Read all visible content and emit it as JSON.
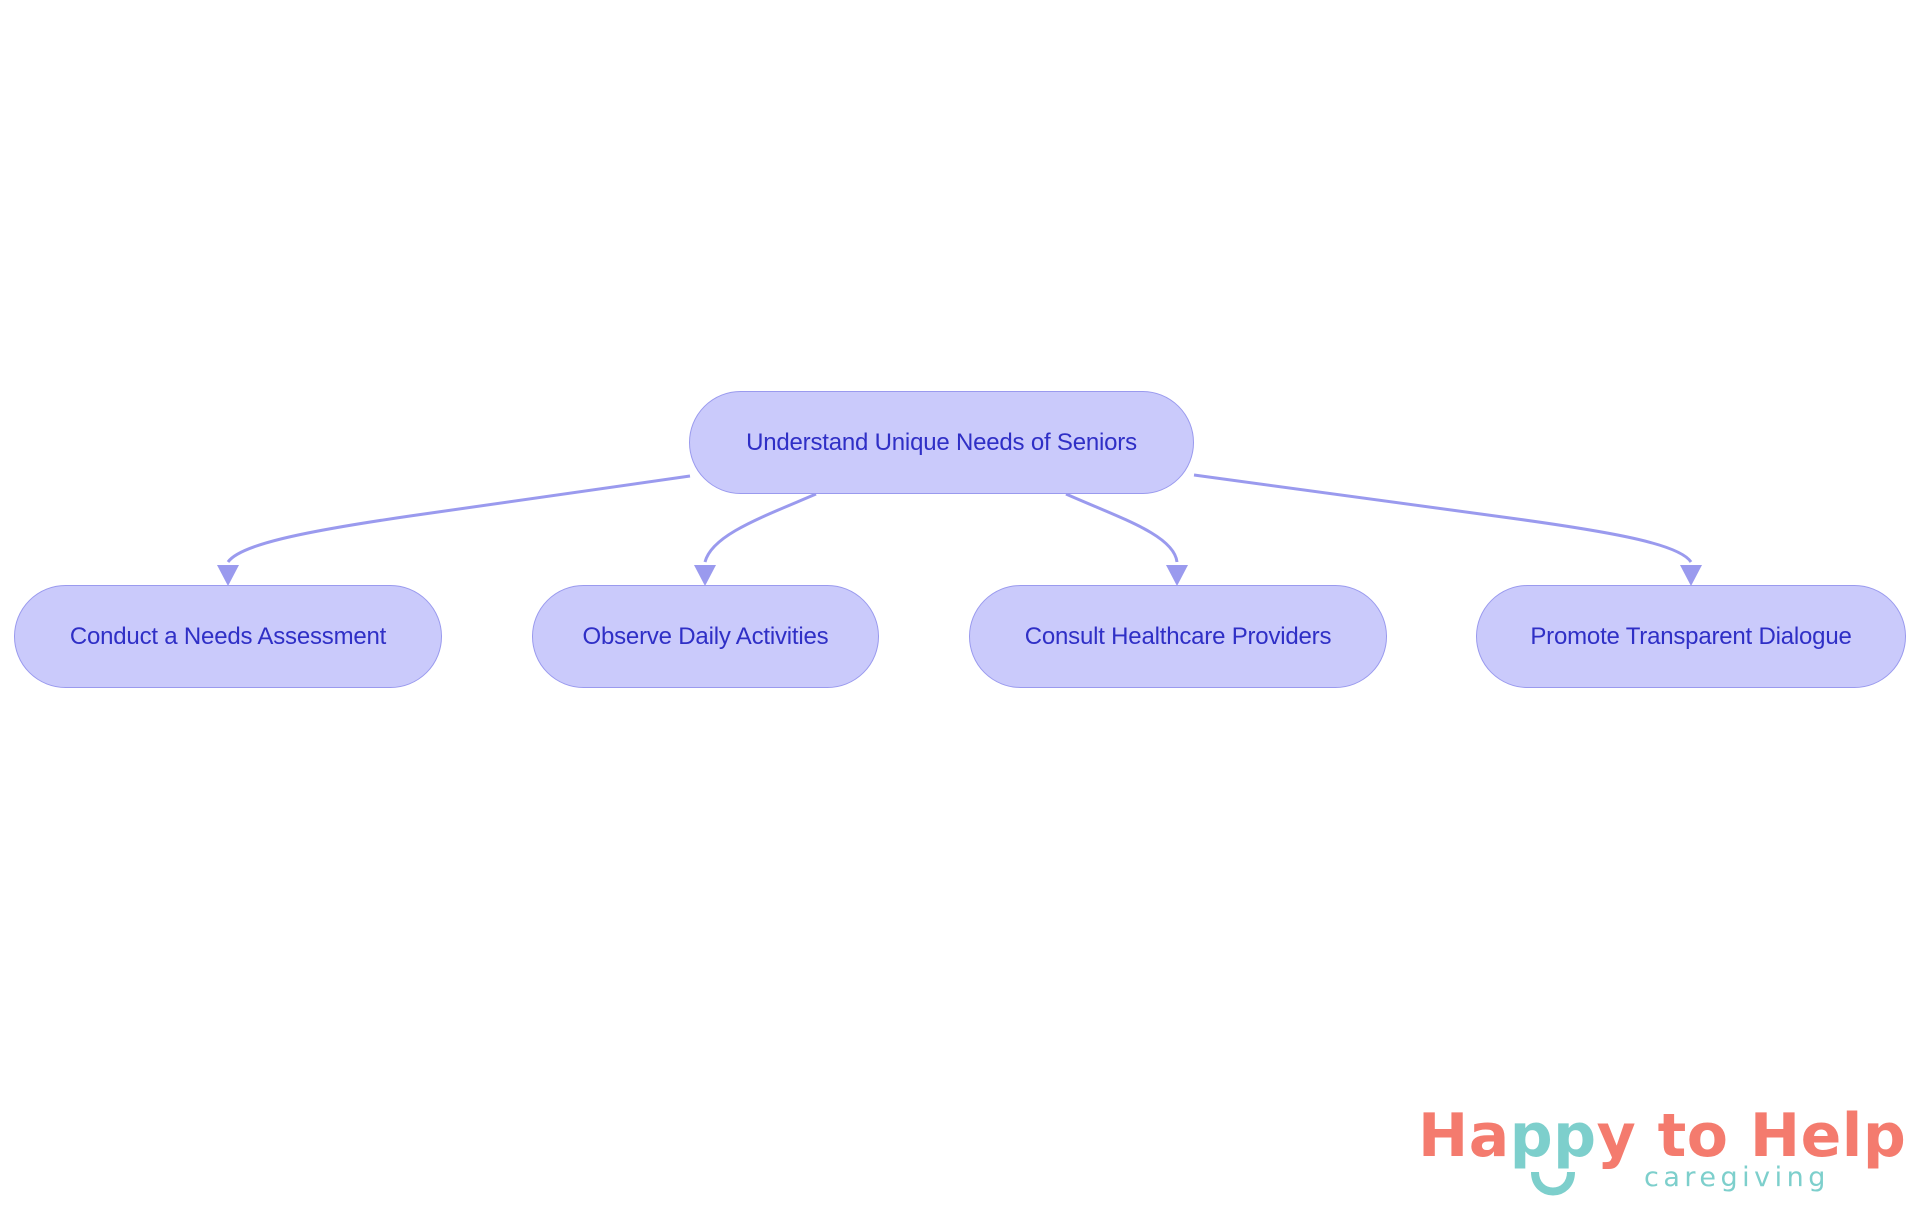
{
  "diagram": {
    "type": "flowchart-tree",
    "root": {
      "id": "root",
      "label": "Understand Unique Needs of Seniors"
    },
    "children": [
      {
        "id": "c1",
        "label": "Conduct a Needs Assessment"
      },
      {
        "id": "c2",
        "label": "Observe Daily Activities"
      },
      {
        "id": "c3",
        "label": "Consult Healthcare Providers"
      },
      {
        "id": "c4",
        "label": "Promote Transparent Dialogue"
      }
    ],
    "edges": [
      {
        "from": "root",
        "to": "c1"
      },
      {
        "from": "root",
        "to": "c2"
      },
      {
        "from": "root",
        "to": "c3"
      },
      {
        "from": "root",
        "to": "c4"
      }
    ]
  },
  "logo": {
    "part1": "Ha",
    "part2": "pp",
    "part3": "y to Help",
    "tagline": "caregiving",
    "icon": "smile-icon"
  },
  "colors": {
    "node_fill": "#CACAFB",
    "node_stroke": "#9A9AEE",
    "node_text": "#2F2FC6",
    "edge": "#9A9AEE",
    "logo_coral": "#F47B6E",
    "logo_teal": "#7DCFCC",
    "background": "#FFFFFF"
  }
}
